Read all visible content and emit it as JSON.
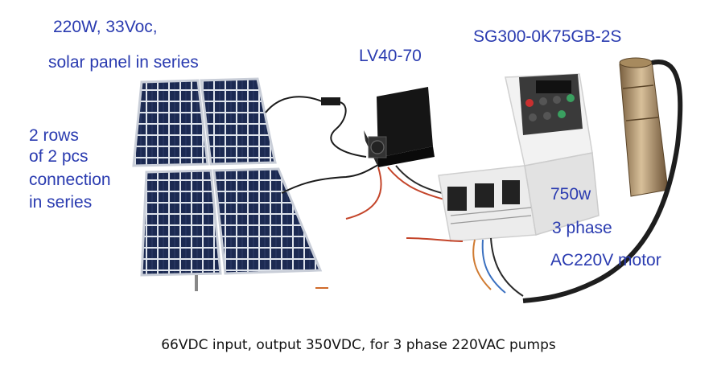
{
  "panel_spec": "220W, 33Voc,",
  "panel_spec_2": "solar panel in series",
  "rows_label": [
    "2 rows",
    "of 2 pcs",
    "connection",
    "in series"
  ],
  "booster_model": "LV40-70",
  "inverter_model": "SG300-0K75GB-2S",
  "motor_power": "750w",
  "motor_phase": "3 phase",
  "motor_type": "AC220V motor",
  "caption": "66VDC input, output 350VDC, for 3 phase 220VAC pumps",
  "colors": {
    "label_blue": "#2a3bb0",
    "caption": "#111111",
    "panel_cell": "#1c2a52",
    "inverter_body": "#f2f2f2",
    "booster_body": "#151515",
    "pump_metal": "#b89a6a"
  },
  "icons": [
    "solar-panel-icon",
    "booster-module-icon",
    "inverter-icon",
    "submersible-pump-icon"
  ]
}
